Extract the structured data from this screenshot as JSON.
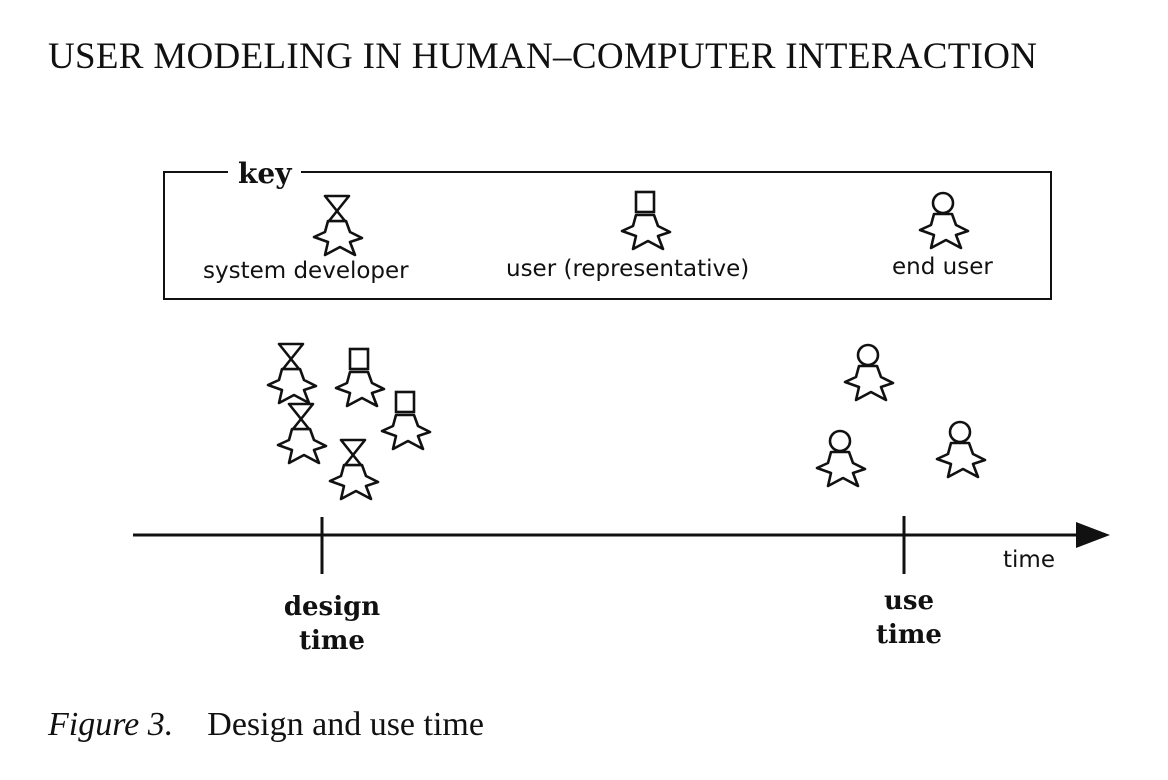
{
  "running_head": "USER MODELING IN HUMAN–COMPUTER INTERACTION",
  "figure": {
    "key": {
      "title": "key",
      "items": [
        {
          "label": "system developer",
          "icon": "system-developer-icon"
        },
        {
          "label": "user (representative)",
          "icon": "user-representative-icon"
        },
        {
          "label": "end user",
          "icon": "end-user-icon"
        }
      ]
    },
    "timeline": {
      "axis_label": "time",
      "markers": [
        {
          "line1": "design",
          "line2": "time",
          "group": "system developers and user representatives"
        },
        {
          "line1": "use",
          "line2": "time",
          "group": "end users"
        }
      ]
    }
  },
  "caption": {
    "label": "Figure 3.",
    "text": "Design and use time"
  }
}
